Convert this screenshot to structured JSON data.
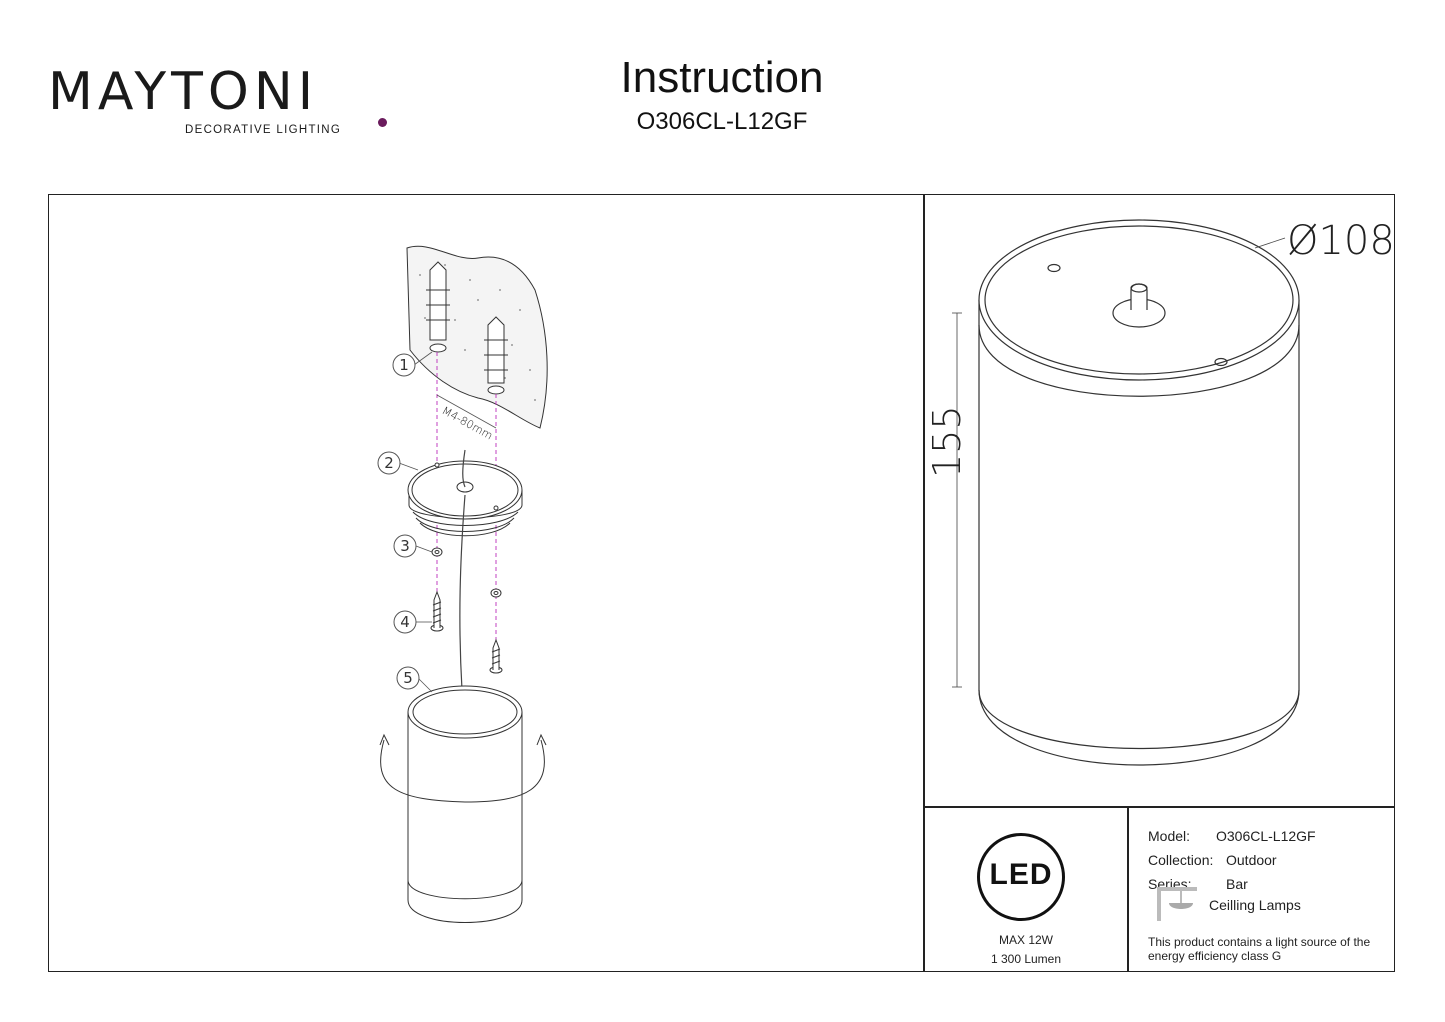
{
  "brand": {
    "name": "MAYTONI",
    "tagline": "DECORATIVE LIGHTING",
    "accent_color": "#6a1b5c"
  },
  "header": {
    "title": "Instruction",
    "model": "O306CL-L12GF"
  },
  "assembly": {
    "callouts": [
      "1",
      "2",
      "3",
      "4",
      "5"
    ],
    "screw_label": "M4-80mm"
  },
  "dimensions": {
    "diameter": "Ø108",
    "height": "155"
  },
  "led_badge": {
    "label": "LED",
    "power": "MAX 12W",
    "lumen": "1 300 Lumen"
  },
  "specs": {
    "model_label": "Model:",
    "model_value": "O306CL-L12GF",
    "collection_label": "Collection:",
    "collection_value": "Outdoor",
    "series_label": "Series:",
    "series_value": "Bar",
    "type_icon": "ceiling-lamp-icon",
    "type_text": "Ceilling Lamps",
    "energy_note": "This product contains a light source of the energy efficiency class G"
  }
}
